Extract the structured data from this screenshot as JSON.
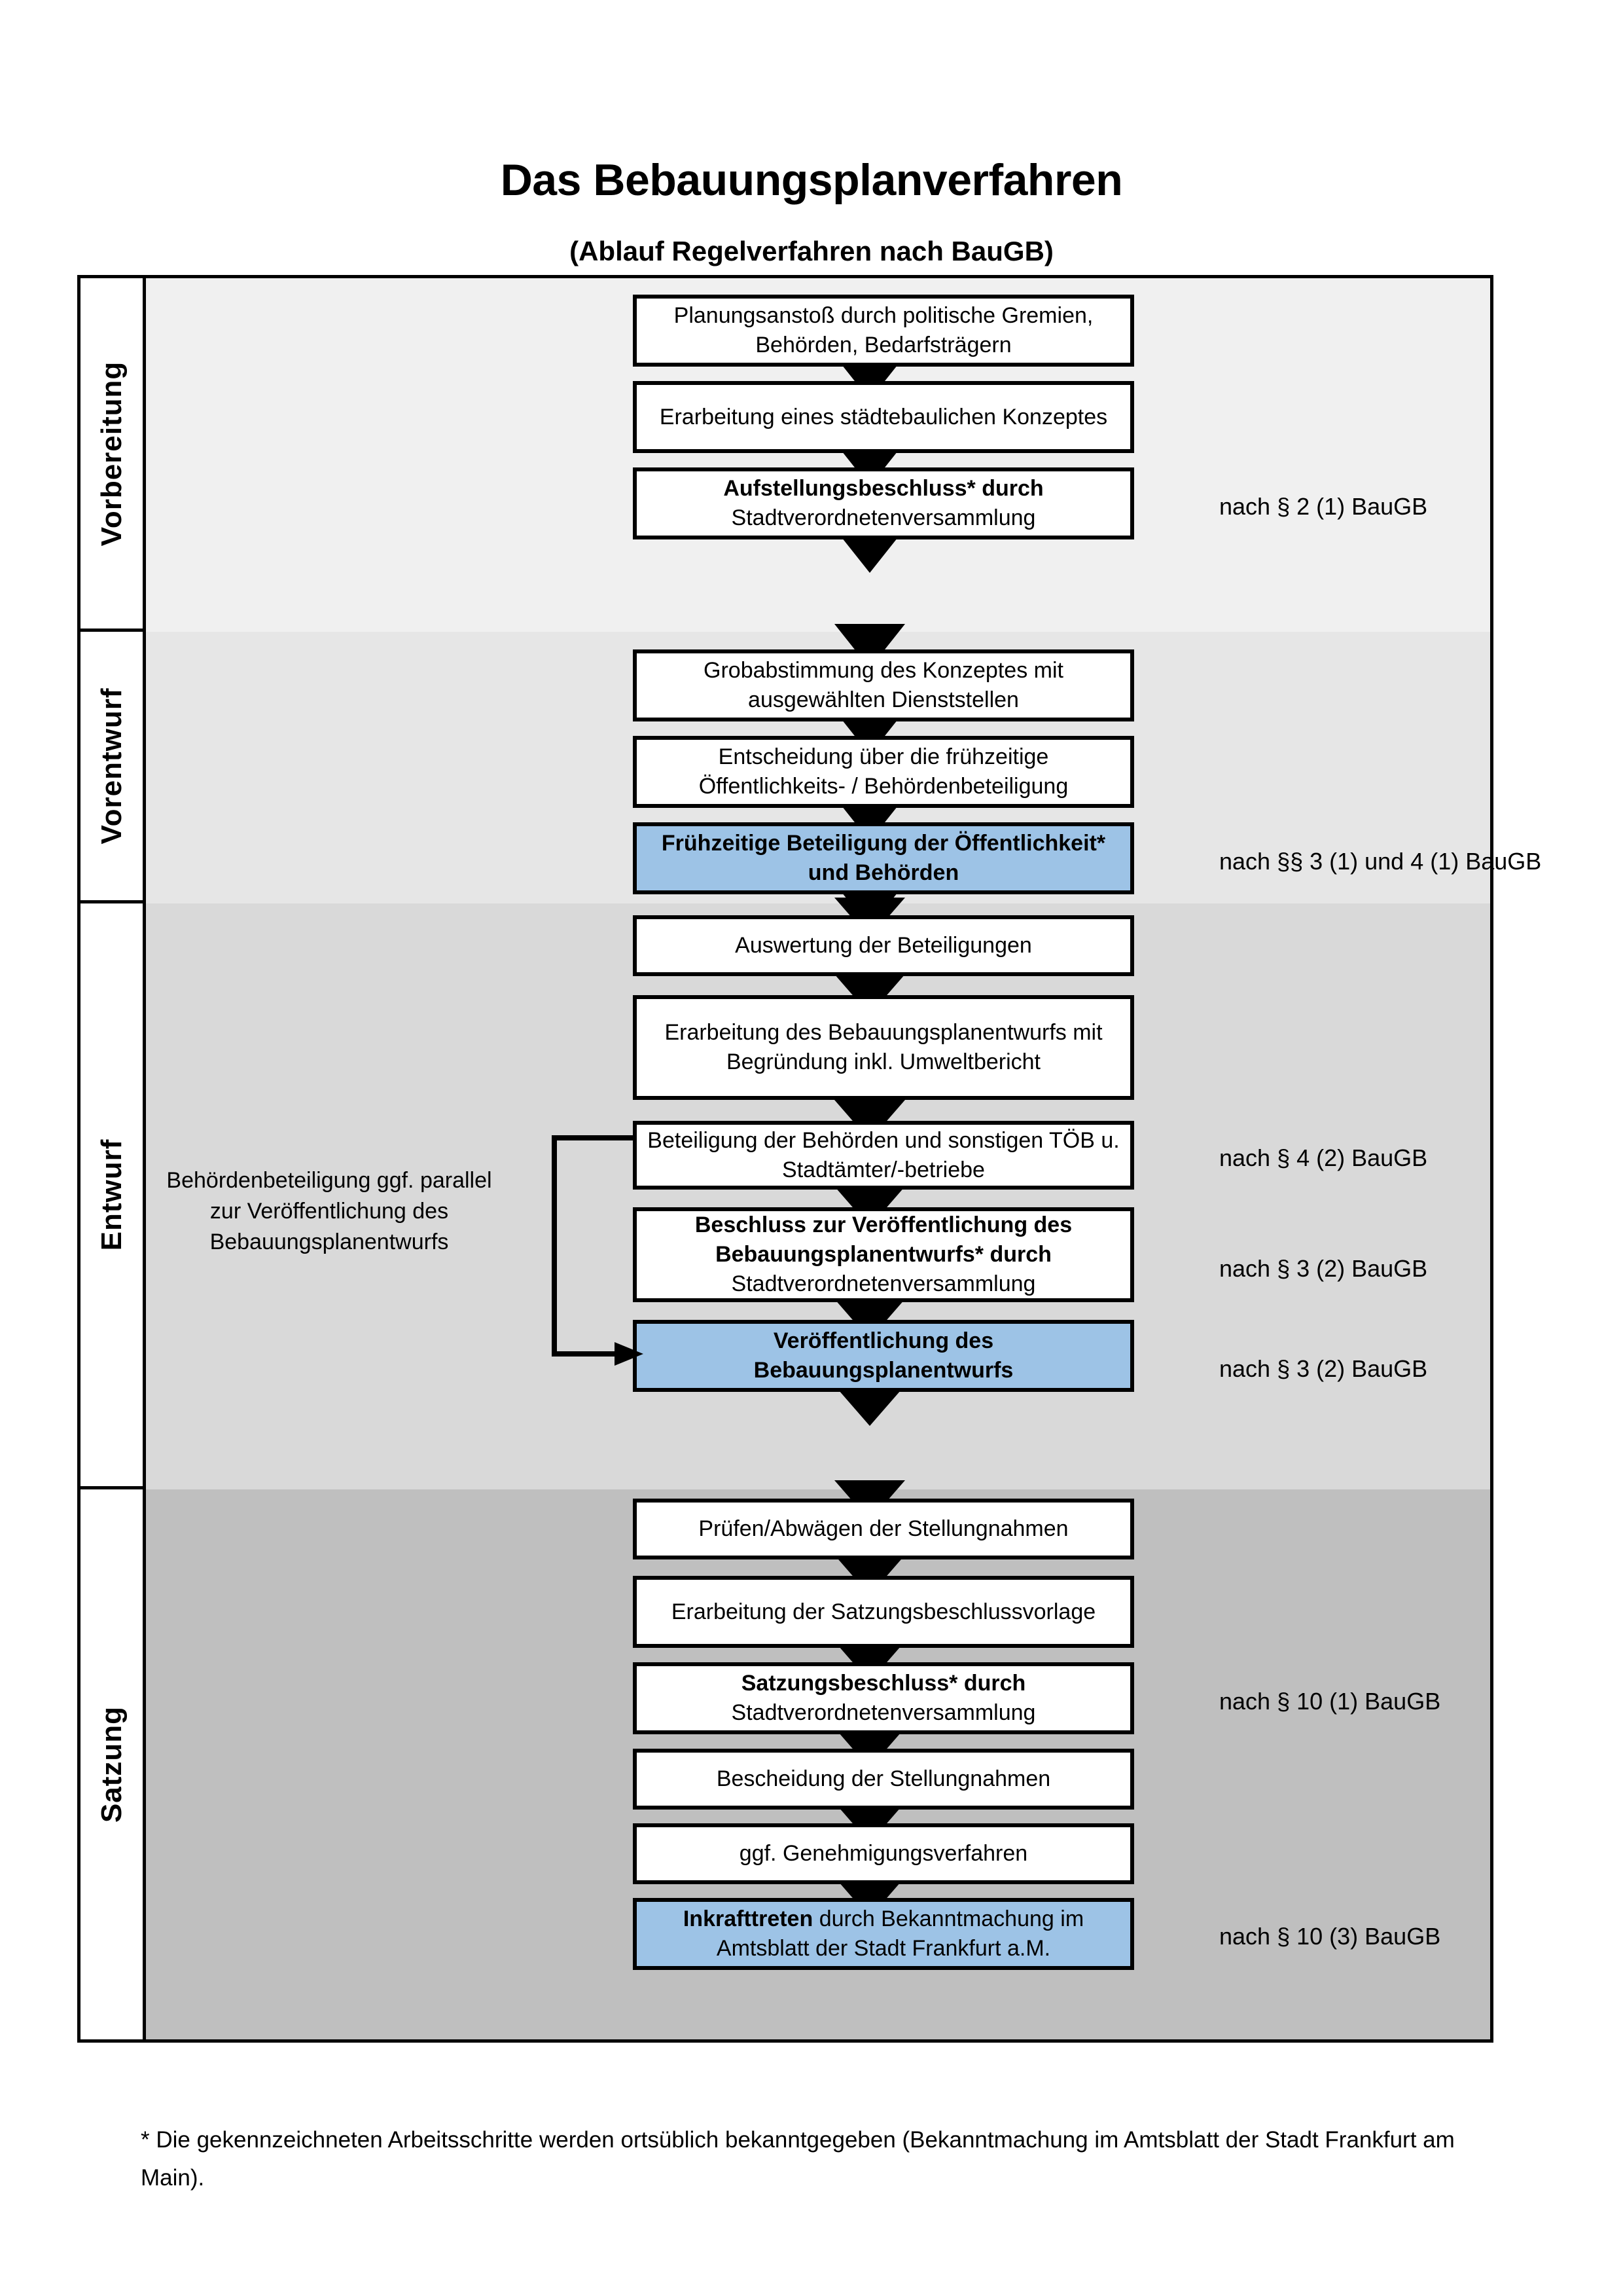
{
  "title": "Das Bebauungsplanverfahren",
  "subtitle": "(Ablauf Regelverfahren nach BauGB)",
  "colors": {
    "highlight_box": "#9DC3E6",
    "band_vorbereitung": "#F0F0F0",
    "band_vorentwurf": "#E6E6E6",
    "band_entwurf": "#D9D9D9",
    "band_satzung": "#BFBFBF",
    "frame_border": "#000000"
  },
  "phases": [
    {
      "label": "Vorbereitung",
      "background": "#F0F0F0",
      "steps": [
        {
          "text": "Planungsanstoß durch politische Gremien, Behörden, Bedarfsträgern",
          "bold_lead": "",
          "highlight": false
        },
        {
          "text": "Erarbeitung eines städtebaulichen Konzeptes",
          "bold_lead": "",
          "highlight": false
        },
        {
          "text": "Stadtverordnetenversammlung",
          "bold_lead": "Aufstellungsbeschluss* durch",
          "highlight": false
        }
      ],
      "notes": [
        "nach § 2 (1) BauGB"
      ]
    },
    {
      "label": "Vorentwurf",
      "background": "#E6E6E6",
      "steps": [
        {
          "text": "Grobabstimmung des Konzeptes mit ausgewählten Dienststellen",
          "bold_lead": "",
          "highlight": false
        },
        {
          "text": "Entscheidung über die frühzeitige Öffentlichkeits- / Behördenbeteiligung",
          "bold_lead": "",
          "highlight": false
        },
        {
          "text": "",
          "bold_lead": "Frühzeitige Beteiligung der Öffentlichkeit* und Behörden",
          "highlight": true
        }
      ],
      "notes": [
        "nach §§ 3 (1) und 4 (1) BauGB"
      ]
    },
    {
      "label": "Entwurf",
      "background": "#D9D9D9",
      "side_note": "Behördenbeteiligung ggf. parallel zur Veröffentlichung des Bebauungsplanentwurfs",
      "steps": [
        {
          "text": "Auswertung der Beteiligungen",
          "bold_lead": "",
          "highlight": false
        },
        {
          "text": "Erarbeitung des Bebauungsplanentwurfs mit Begründung inkl. Umweltbericht",
          "bold_lead": "",
          "highlight": false
        },
        {
          "text": "Beteiligung der Behörden und sonstigen TÖB u. Stadtämter/-betriebe",
          "bold_lead": "",
          "highlight": false
        },
        {
          "text": "Stadtverordnetenversammlung",
          "bold_lead": "Beschluss zur Veröffentlichung des Bebauungsplanentwurfs* durch",
          "highlight": false
        },
        {
          "text": "",
          "bold_lead": "Veröffentlichung des Bebauungsplanentwurfs",
          "highlight": true
        }
      ],
      "notes": [
        "nach § 4 (2) BauGB",
        "nach § 3 (2) BauGB",
        "nach § 3 (2) BauGB"
      ]
    },
    {
      "label": "Satzung",
      "background": "#BFBFBF",
      "steps": [
        {
          "text": "Prüfen/Abwägen der Stellungnahmen",
          "bold_lead": "",
          "highlight": false
        },
        {
          "text": "Erarbeitung der Satzungsbeschlussvorlage",
          "bold_lead": "",
          "highlight": false
        },
        {
          "text": "Stadtverordnetenversammlung",
          "bold_lead": "Satzungsbeschluss* durch",
          "highlight": false
        },
        {
          "text": "Bescheidung der Stellungnahmen",
          "bold_lead": "",
          "highlight": false
        },
        {
          "text": "ggf. Genehmigungsverfahren",
          "bold_lead": "",
          "highlight": false
        },
        {
          "text": "durch Bekanntmachung im Amtsblatt der Stadt Frankfurt a.M.",
          "bold_lead": "Inkrafttreten",
          "highlight": true
        }
      ],
      "notes": [
        "nach § 10 (1) BauGB",
        "nach § 10 (3) BauGB"
      ]
    }
  ],
  "footnote": "* Die gekennzeichneten Arbeitsschritte werden ortsüblich bekanntgegeben (Bekanntmachung im Amtsblatt  der Stadt Frankfurt am Main)."
}
